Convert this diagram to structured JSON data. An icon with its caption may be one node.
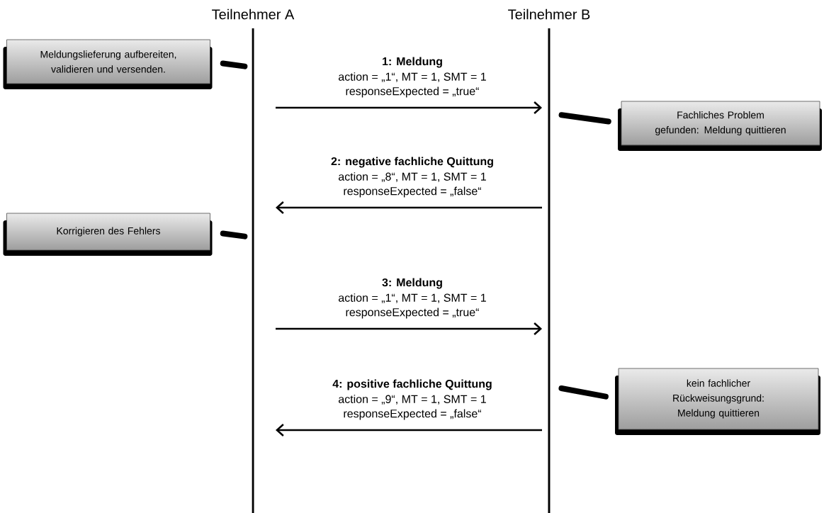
{
  "diagram": {
    "nodes": [
      {
        "text": [
          "Teilnehmer A"
        ]
      },
      {
        "text": [
          "Teilnehmer B"
        ]
      },
      {
        "text": [
          "Meldungslieferung aufbereiten, validieren und versenden."
        ]
      },
      {
        "text": [
          "Fachliches Problem gefunden: Meldung quittieren"
        ]
      },
      {
        "text": [
          "Korrigieren des Fehlers"
        ]
      },
      {
        "text": [
          "kein fachlicher Rückweisungsgrund: Meldung quittieren"
        ]
      }
    ],
    "edges": [
      {
        "from": 0,
        "to": 1,
        "arrow": "to",
        "label": "1: Meldung"
      },
      {
        "from": 1,
        "to": 0,
        "arrow": "to",
        "label": "2: negative fachliche Quittung"
      },
      {
        "from": 0,
        "to": 1,
        "arrow": "to",
        "label": "3: Meldung"
      },
      {
        "from": 1,
        "to": 0,
        "arrow": "to",
        "label": "4: positive fachliche Quittung"
      },
      {
        "from": 2,
        "to": 0,
        "arrow": "none",
        "style": "thick"
      },
      {
        "from": 3,
        "to": 1,
        "arrow": "none",
        "style": "thick"
      },
      {
        "from": 4,
        "to": 0,
        "arrow": "none",
        "style": "thick"
      },
      {
        "from": 5,
        "to": 1,
        "arrow": "none",
        "style": "thick"
      }
    ],
    "labels": [
      "action = „1“, MT = 1, SMT = 1",
      "responseExpected = „true“",
      "action = „8“, MT = 1, SMT = 1",
      "responseExpected = „false“",
      "action = „1“, MT = 1, SMT = 1",
      "responseExpected = „true“",
      "action = „9“, MT = 1, SMT = 1",
      "responseExpected = „false“"
    ]
  }
}
